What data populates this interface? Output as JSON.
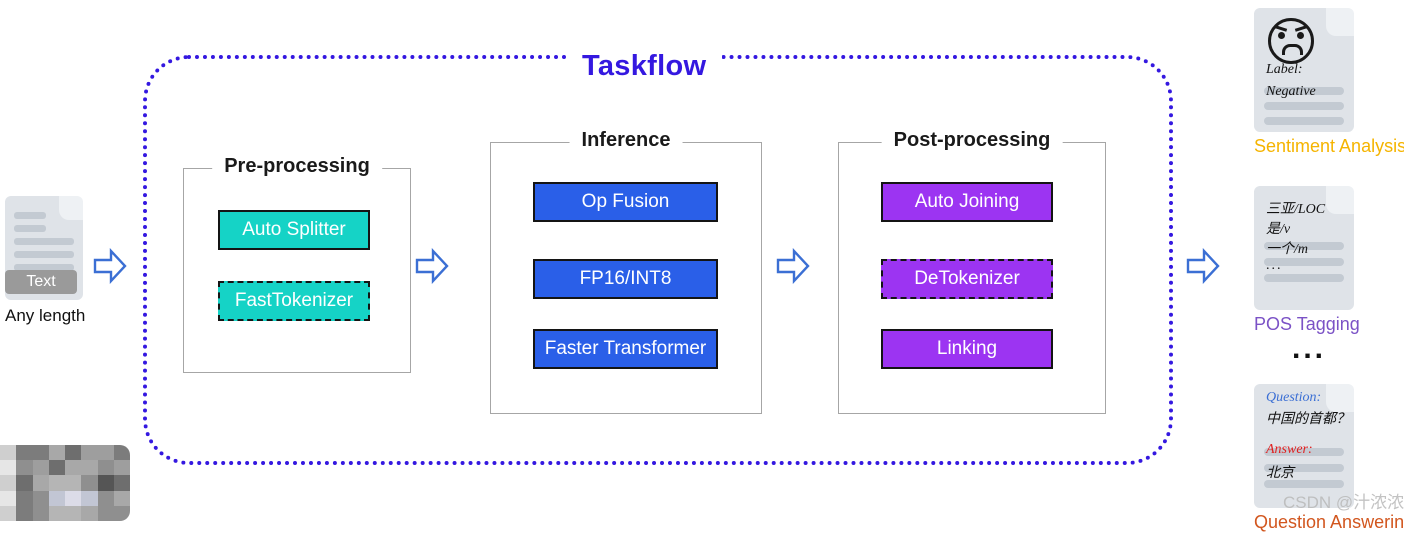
{
  "diagram": {
    "title": "Taskflow",
    "accent_color": "#3418e0"
  },
  "input": {
    "chip_label": "Text",
    "caption": "Any length",
    "icon": "document-icon"
  },
  "arrows": {
    "icon": "right-arrow-icon",
    "label": "flow arrow"
  },
  "groups": [
    {
      "title": "Pre-processing",
      "color": "#15d3c6",
      "nodes": [
        {
          "label": "Auto Splitter",
          "border": "solid"
        },
        {
          "label": "FastTokenizer",
          "border": "dashed"
        }
      ]
    },
    {
      "title": "Inference",
      "color": "#2a5fe8",
      "nodes": [
        {
          "label": "Op Fusion",
          "border": "solid"
        },
        {
          "label": "FP16/INT8",
          "border": "solid"
        },
        {
          "label": "Faster Transformer",
          "border": "solid"
        }
      ]
    },
    {
      "title": "Post-processing",
      "color": "#9c34f2",
      "nodes": [
        {
          "label": "Auto Joining",
          "border": "solid"
        },
        {
          "label": "DeTokenizer",
          "border": "dashed"
        },
        {
          "label": "Linking",
          "border": "solid"
        }
      ]
    }
  ],
  "outputs": {
    "sentiment": {
      "label": "Sentiment Analysis",
      "label_color": "#f5b400",
      "icon": "angry-face-icon",
      "line1": "Label:",
      "line2": "Negative"
    },
    "pos": {
      "label": "POS Tagging",
      "label_color": "#7b52c6",
      "line1": "三亚/LOC",
      "line2": "是/v",
      "line3": "一个/m",
      "line4": "..."
    },
    "more": "...",
    "qa": {
      "label": "Question Answering",
      "label_color": "#d2561e",
      "question_label": "Question:",
      "question_text": "中国的首都？",
      "answer_label": "Answer:",
      "answer_text": "北京"
    }
  },
  "watermark": "CSDN @汁浓浓"
}
